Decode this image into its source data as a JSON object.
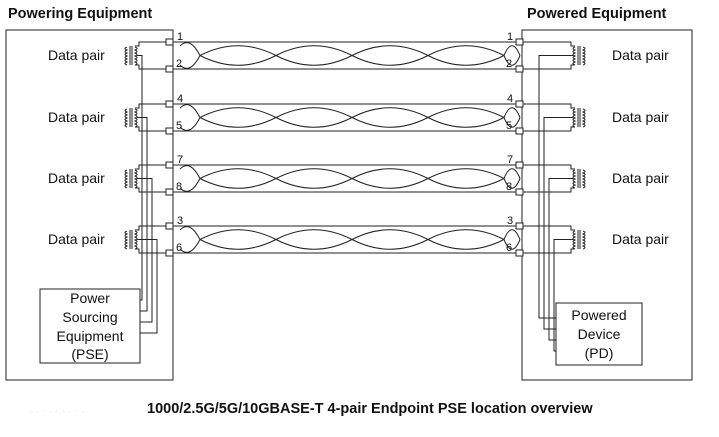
{
  "left_header": "Powering Equipment",
  "right_header": "Powered Equipment",
  "caption": "1000/2.5G/5G/10GBASE-T 4-pair Endpoint PSE location overview",
  "faint_text": ". . . . . . . . .",
  "data_pair_label": "Data pair",
  "pairs": [
    {
      "top_pin": "1",
      "bottom_pin": "2"
    },
    {
      "top_pin": "4",
      "bottom_pin": "5"
    },
    {
      "top_pin": "7",
      "bottom_pin": "8"
    },
    {
      "top_pin": "3",
      "bottom_pin": "6"
    }
  ],
  "pse_box": {
    "lines": [
      "Power",
      "Sourcing",
      "Equipment",
      "(PSE)"
    ]
  },
  "pd_box": {
    "lines": [
      "Powered",
      "Device",
      "(PD)"
    ]
  }
}
